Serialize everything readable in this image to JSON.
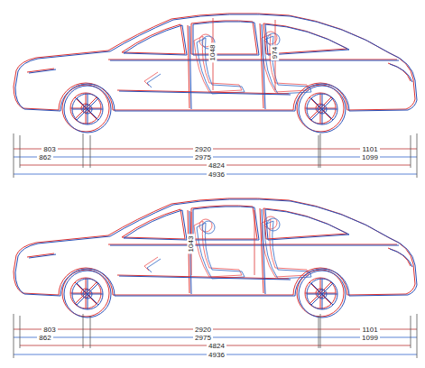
{
  "diagram": {
    "labels": [
      "1048",
      "974",
      "803",
      "2920",
      "1101",
      "862",
      "2975",
      "1099",
      "4824",
      "4936",
      "1043",
      "803",
      "2920",
      "1101",
      "862",
      "2975",
      "1099",
      "4824",
      "4936"
    ]
  }
}
